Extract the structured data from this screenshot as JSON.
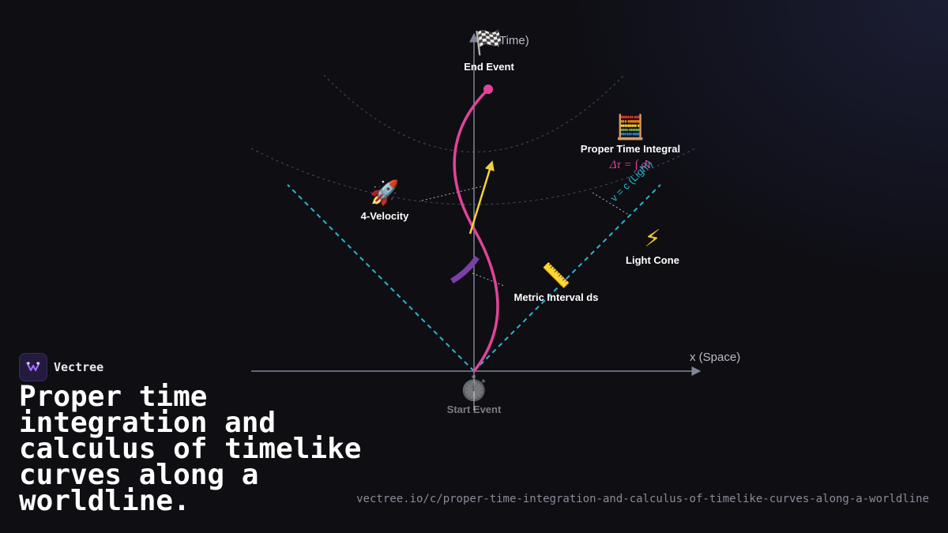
{
  "brand": {
    "name": "Vectree",
    "logo_icon": "vectree-logo-icon"
  },
  "headline": "Proper time integration and calculus of timelike curves along a worldline.",
  "url": "vectree.io/c/proper-time-integration-and-calculus-of-timelike-curves-along-a-worldline",
  "diagram": {
    "axis_t_label": "(Time)",
    "axis_x_label": "x (Space)",
    "nodes": {
      "end_event": {
        "label": "End Event",
        "icon": "🏁"
      },
      "proper_time": {
        "label": "Proper Time Integral",
        "icon": "🧮",
        "formula": "Δτ = ∫ dτ"
      },
      "four_velocity": {
        "label": "4-Velocity",
        "icon": "🚀"
      },
      "light_cone": {
        "label": "Light Cone",
        "icon": "⚡",
        "line_label": "v = c (Light)"
      },
      "metric": {
        "label": "Metric Interval ds",
        "icon": "📏"
      },
      "start_event": {
        "label": "Start Event",
        "icon": "⏱️"
      }
    },
    "colors": {
      "worldline": "#e0449a",
      "light_cone": "#27b6d4",
      "four_velocity_arrow": "#f4d03f",
      "interval_segment": "#7b3fa8",
      "axes": "#7e8596",
      "background": "#0e0e13"
    }
  }
}
